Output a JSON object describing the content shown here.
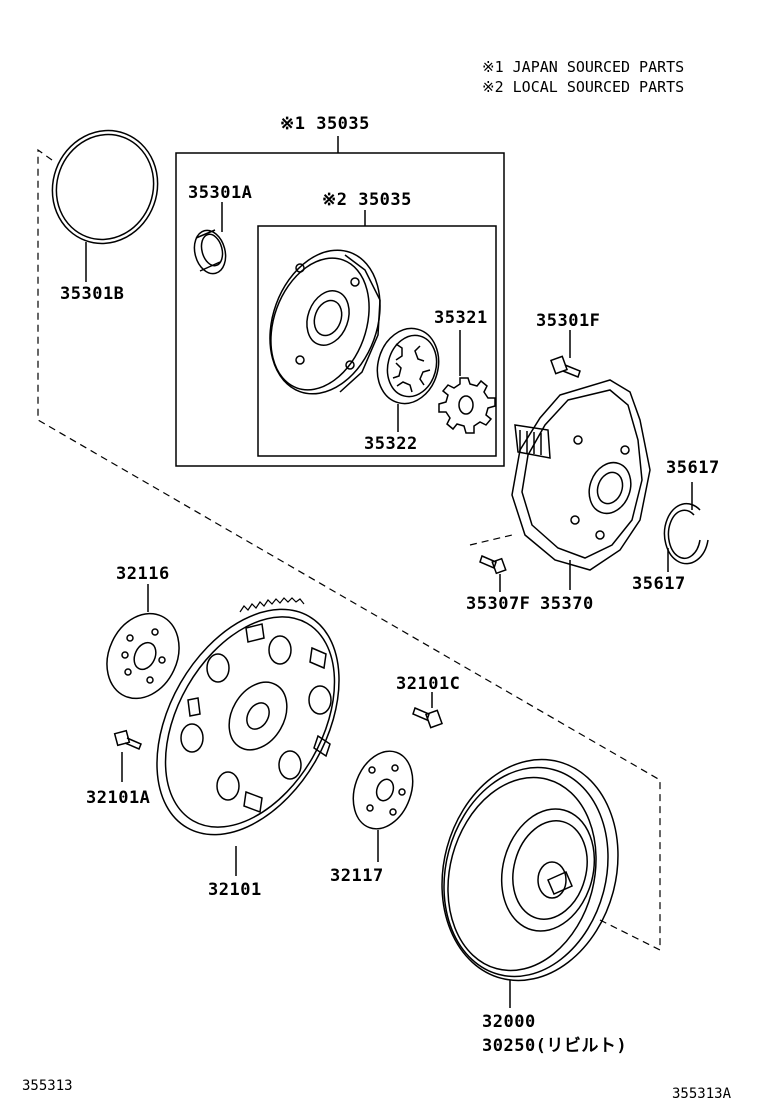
{
  "legend": {
    "note1": "※1  JAPAN SOURCED PARTS",
    "note2": "※2  LOCAL SOURCED PARTS"
  },
  "parts": {
    "assy_japan": "※1 35035",
    "assy_local": "※2 35035",
    "p35301A": "35301A",
    "p35301B": "35301B",
    "p35321": "35321",
    "p35322": "35322",
    "p35301F": "35301F",
    "p35617a": "35617",
    "p35617b": "35617",
    "p35307F": "35307F",
    "p35370": "35370",
    "p32116": "32116",
    "p32101C": "32101C",
    "p32101A": "32101A",
    "p32101": "32101",
    "p32117": "32117",
    "p32000": "32000",
    "p30250": "30250(リビルト)"
  },
  "footer": {
    "left_code": "355313",
    "right_code": "355313A"
  },
  "style": {
    "line": "#000000",
    "background": "#ffffff"
  }
}
